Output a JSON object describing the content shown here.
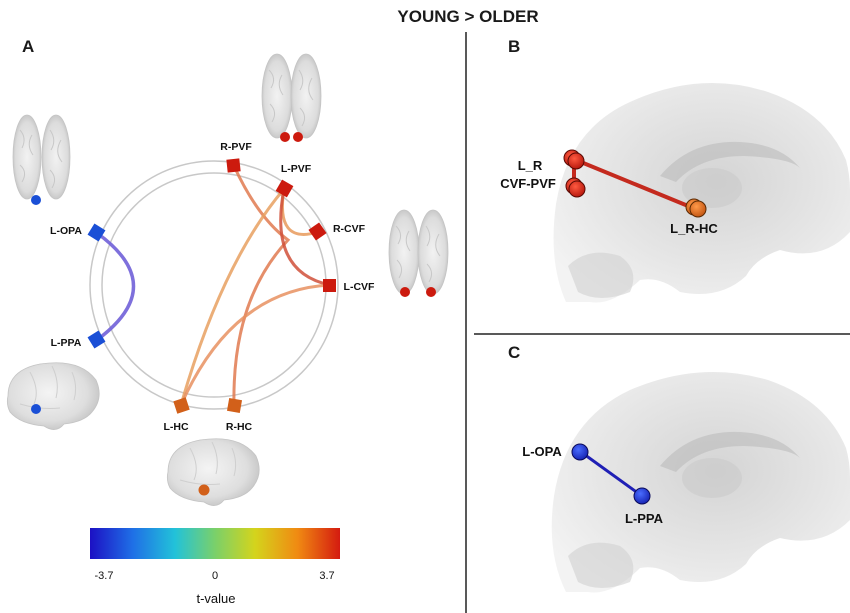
{
  "title": "YOUNG > OLDER",
  "panel_a": {
    "label": "A",
    "nodes": {
      "r_pvf": "R-PVF",
      "l_pvf": "L-PVF",
      "r_cvf": "R-CVF",
      "l_cvf": "L-CVF",
      "l_opa": "L-OPA",
      "l_ppa": "L-PPA",
      "l_hc": "L-HC",
      "r_hc": "R-HC"
    },
    "colorbar": {
      "min_label": "-3.7",
      "mid_label": "0",
      "max_label": "3.7",
      "title": "t-value",
      "gradient": [
        "#1c10c4",
        "#1f6fe6",
        "#22c2d9",
        "#7ad06a",
        "#d4d41c",
        "#f08a12",
        "#d41b10"
      ]
    }
  },
  "panel_b": {
    "label": "B",
    "node1_line1": "L_R",
    "node1_line2": "CVF-PVF",
    "node2": "L_R-HC"
  },
  "panel_c": {
    "label": "C",
    "node1": "L-OPA",
    "node2": "L-PPA"
  },
  "colors": {
    "red_node": "#cc1a0e",
    "orange_node": "#d2601a",
    "blue_node": "#1a4fd6",
    "connection_red": "#c42a1e",
    "connection_blue": "#1f1fb5"
  }
}
